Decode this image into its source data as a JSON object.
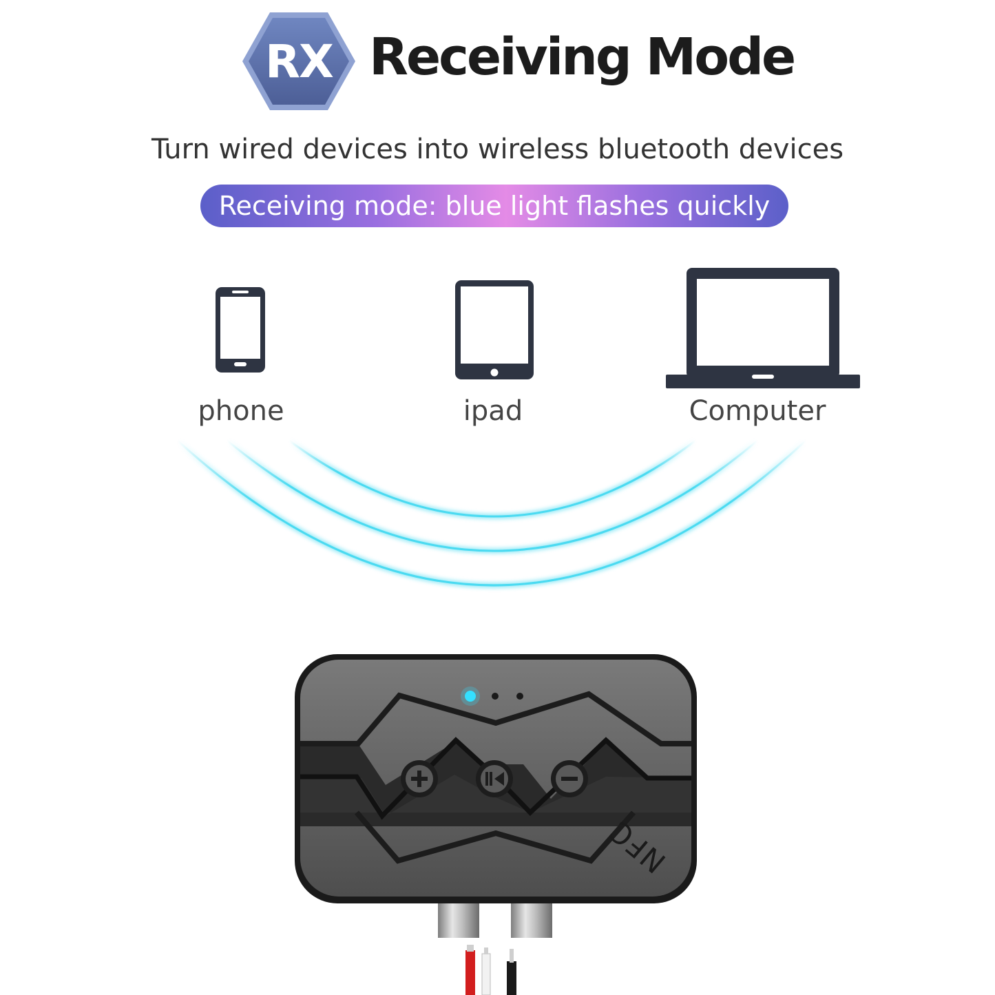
{
  "header": {
    "badge_text": "RX",
    "title": "Receiving Mode",
    "subtitle": "Turn wired devices into wireless bluetooth devices",
    "pill_text": "Receiving mode: blue light flashes quickly"
  },
  "devices": [
    {
      "label": "phone",
      "icon": "phone-icon"
    },
    {
      "label": "ipad",
      "icon": "tablet-icon"
    },
    {
      "label": "Computer",
      "icon": "laptop-icon"
    }
  ],
  "receiver": {
    "nfc_label": "NFC",
    "buttons": [
      "plus-icon",
      "play-pause-icon",
      "minus-icon"
    ]
  },
  "colors": {
    "badge": "#5a6fa8",
    "wave": "#3fd8f0",
    "led": "#35e0ff",
    "device_body": "#5e5e5e"
  }
}
